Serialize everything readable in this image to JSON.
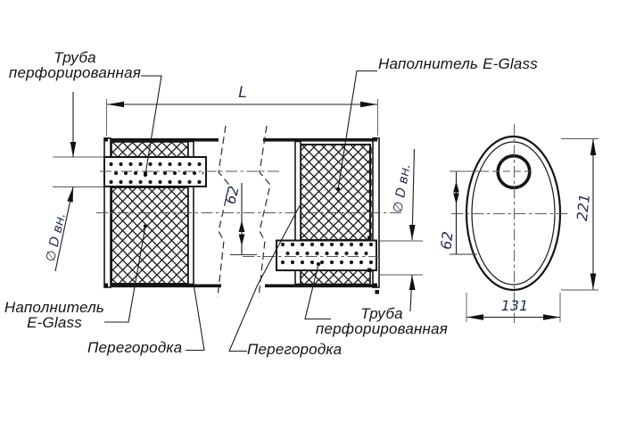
{
  "drawing": {
    "title_semantic": "muffler-silencer-technical-drawing",
    "labels": {
      "pipe_top": {
        "line1": "Труба",
        "line2": "перфорированная"
      },
      "filler_top": {
        "text": "Наполнитель E-Glass"
      },
      "filler_bottom": {
        "line1": "Наполнитель",
        "line2": "E-Glass"
      },
      "partition_left": {
        "text": "Перегородка"
      },
      "partition_right": {
        "text": "Перегородка"
      },
      "pipe_bottom": {
        "line1": "Труба",
        "line2": "перфорированная"
      }
    },
    "dimensions": {
      "length": "L",
      "inner_dia_left": "∅ D вн.",
      "inner_dia_right": "∅ D вн.",
      "offset_section": "62",
      "offset_end_view": "62",
      "end_height": "221",
      "end_width": "131"
    },
    "colors": {
      "line": "#1a1a1a",
      "dim_text": "#262d55",
      "label_text": "#141414",
      "background": "#ffffff"
    }
  }
}
